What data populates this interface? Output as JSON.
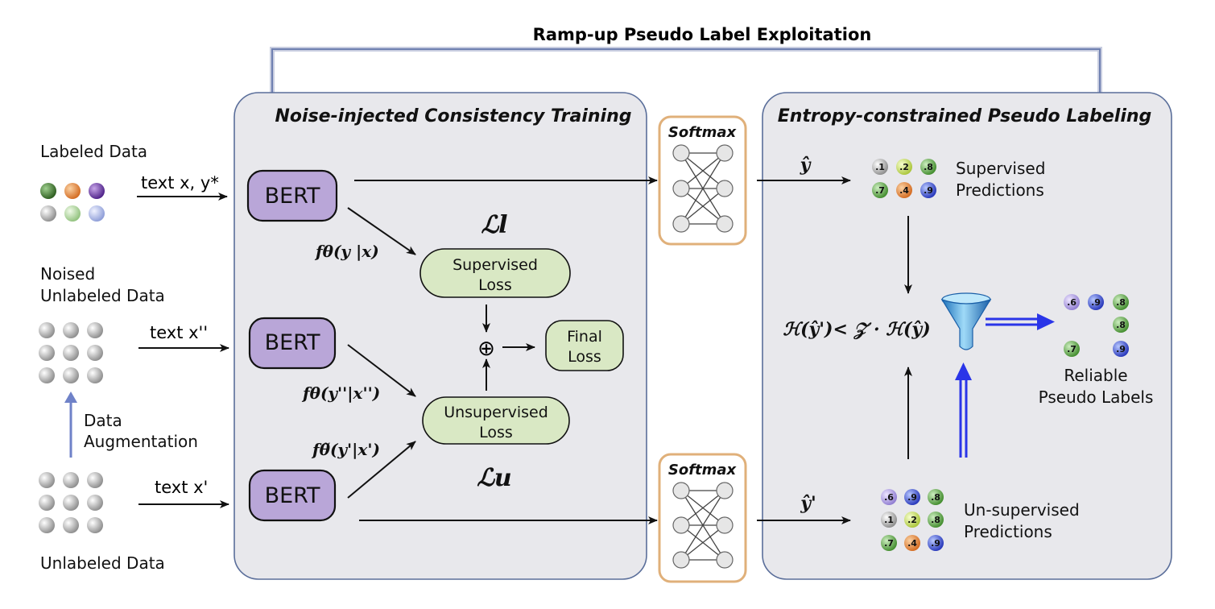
{
  "top_label": "Ramp-up Pseudo Label Exploitation",
  "left_panel_title": "Noise-injected Consistency Training",
  "right_panel_title": "Entropy-constrained Pseudo Labeling",
  "left_labels": {
    "labeled": "Labeled Data",
    "noised_1": "Noised",
    "noised_2": "Unlabeled Data",
    "unlabeled": "Unlabeled Data",
    "aug_1": "Data",
    "aug_2": "Augmentation"
  },
  "input_texts": {
    "labeled": "text x, y*",
    "noised": "text x''",
    "unlabeled": "text x'"
  },
  "bert_label": "BERT",
  "formulas": {
    "f1": "fθ(y |x)",
    "f2": "fθ(y''|x'')",
    "f3": "fθ̃(y'|x')",
    "Ll": "ℒl",
    "Lu": "ℒu",
    "yhat": "ŷ",
    "yhat_prime": "ŷ'",
    "entropy": "ℋ(ŷ')< 𝒵 · ℋ(ŷ)"
  },
  "losses": {
    "supervised_1": "Supervised",
    "supervised_2": "Loss",
    "unsupervised_1": "Unsupervised",
    "unsupervised_2": "Loss",
    "final_1": "Final",
    "final_2": "Loss",
    "oplus": "⊕"
  },
  "softmax_label": "Softmax",
  "predictions": {
    "sup_1": "Supervised",
    "sup_2": "Predictions",
    "unsup_1": "Un-supervised",
    "unsup_2": "Predictions",
    "reliable_1": "Reliable",
    "reliable_2": "Pseudo Labels"
  },
  "sup_dots": [
    ".1",
    ".2",
    ".8",
    ".7",
    ".4",
    ".9"
  ],
  "unsup_dots": [
    ".6",
    ".9",
    ".8",
    ".1",
    ".2",
    ".8",
    ".7",
    ".4",
    ".9"
  ],
  "reliable_dots": [
    ".6",
    ".9",
    ".8",
    ".8",
    ".7",
    ".9"
  ],
  "colors": {
    "panel_fill": "#e8e8ec",
    "panel_stroke": "#5a6e9a",
    "bert_fill": "#b9a6d8",
    "loss_fill": "#d9e8c4",
    "softmax_stroke": "#e0b07a",
    "blue_arrow": "#2a35e8",
    "ramp_line": "#6e7fb0"
  }
}
